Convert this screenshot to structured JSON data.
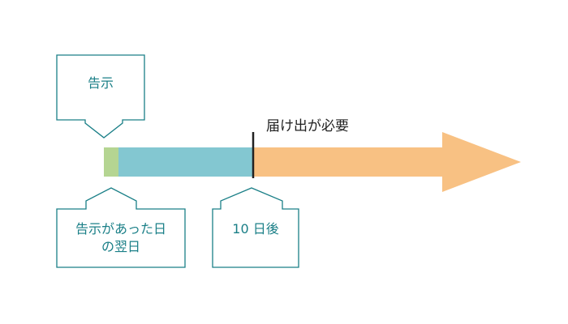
{
  "labels": {
    "announcement": "告示",
    "day_after_announcement": "告示があった日\nの翌日",
    "ten_days_later": "10 日後",
    "filing_required": "届け出が必要"
  },
  "colors": {
    "callout_stroke": "#1a7f87",
    "green_segment": "#b5d592",
    "blue_segment": "#83c7d1",
    "orange_arrow": "#f8c183",
    "marker_line": "#222222"
  }
}
